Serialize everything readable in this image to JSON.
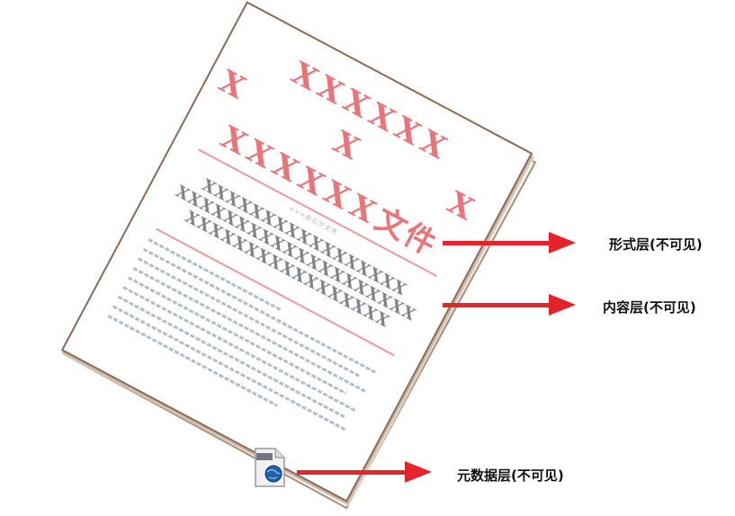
{
  "document": {
    "title_line1": "XXXXXX",
    "title_line2": "X    X    X",
    "title_line3_x": "XXXXXX",
    "title_line3_cn": "文件",
    "issuer": "×××办公厅文件",
    "subtitle_lines": [
      "XXXXXXXXXXXXXXXXX",
      "XXXXXXXXXXXXXXXXXXXX",
      "XXXXXXXXXXXXXXXXX"
    ]
  },
  "layers": [
    {
      "label": "形式层(不可见)"
    },
    {
      "label": "内容层(不可见)"
    },
    {
      "label": "元数据层(不可见)"
    }
  ],
  "colors": {
    "arrow": "#e5242a",
    "title_red": "#e8757a",
    "border_brown": "#8a6a55"
  },
  "icons": {
    "metadata": "file-globe-icon"
  }
}
